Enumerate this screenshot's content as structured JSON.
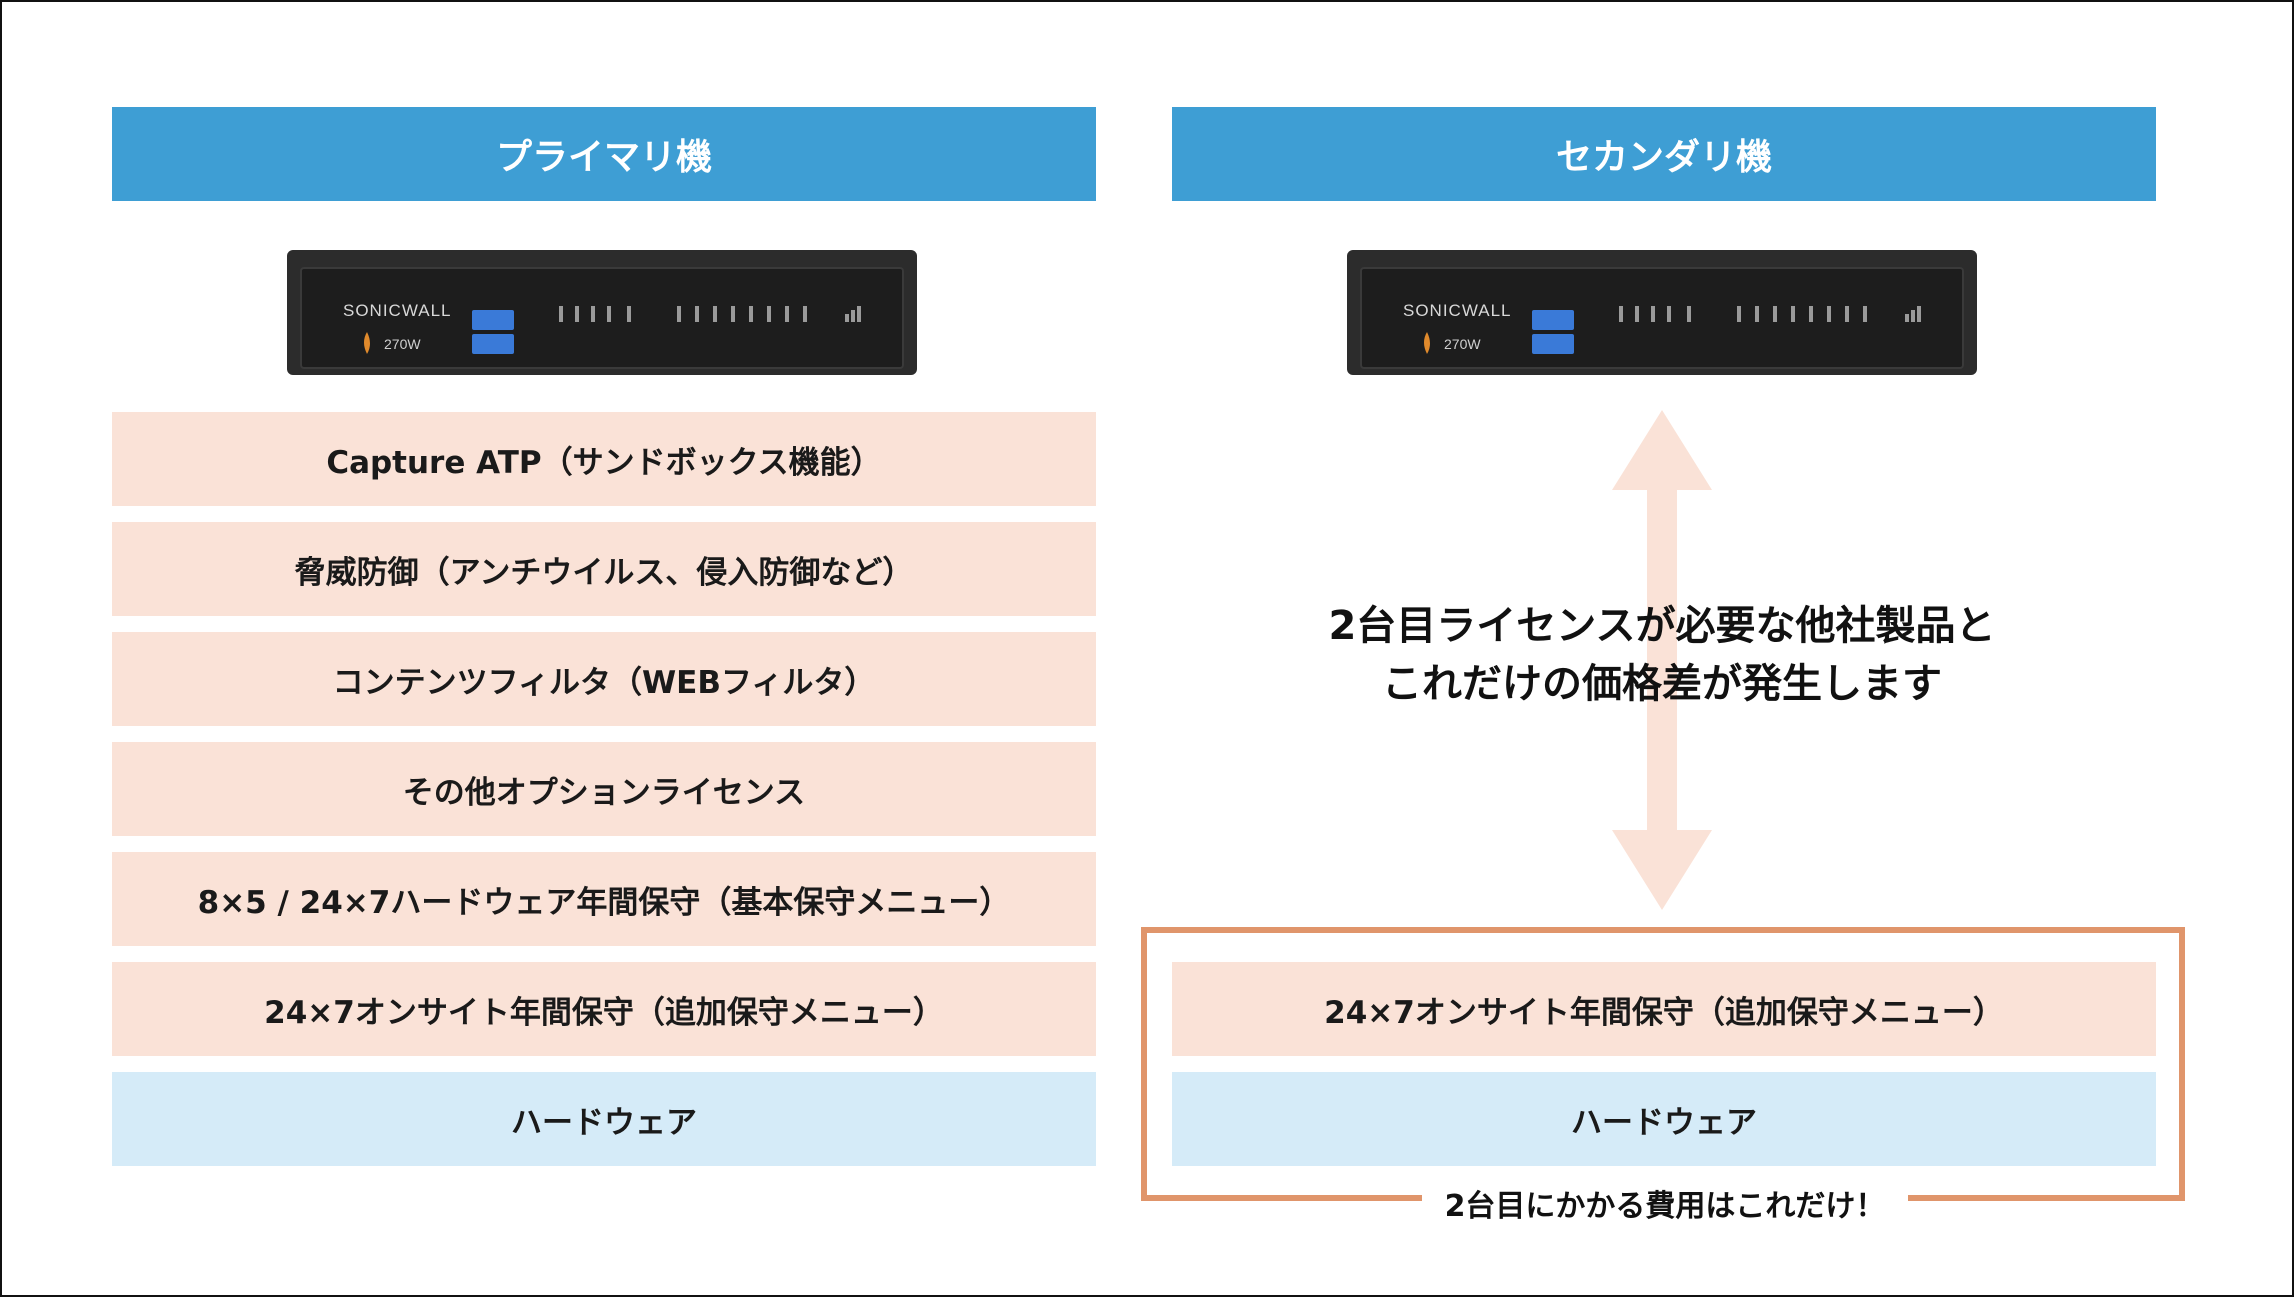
{
  "primary": {
    "title": "プライマリ機",
    "device": {
      "brand": "SONICWALL",
      "model": "270W",
      "icon": "sonicwall-firewall-device"
    },
    "rows": [
      "Capture ATP（サンドボックス機能）",
      "脅威防御（アンチウイルス、侵入防御など）",
      "コンテンツフィルタ（WEBフィルタ）",
      "その他オプションライセンス",
      "8×5 / 24×7ハードウェア年間保守（基本保守メニュー）",
      "24×7オンサイト年間保守（追加保守メニュー）",
      "ハードウェア"
    ]
  },
  "secondary": {
    "title": "セカンダリ機",
    "device": {
      "brand": "SONICWALL",
      "model": "270W",
      "icon": "sonicwall-firewall-device"
    },
    "rows": [
      "24×7オンサイト年間保守（追加保守メニュー）",
      "ハードウェア"
    ],
    "box_caption": "2台目にかかる費用はこれだけ！"
  },
  "comparison": {
    "line1": "2台目ライセンスが必要な他社製品と",
    "line2": "これだけの価格差が発生します"
  },
  "colors": {
    "header": "#3e9ed4",
    "license_row": "#fae2d7",
    "hardware_row": "#d5ebf8",
    "box_border": "#e0956b",
    "arrow": "#fae2d7"
  }
}
